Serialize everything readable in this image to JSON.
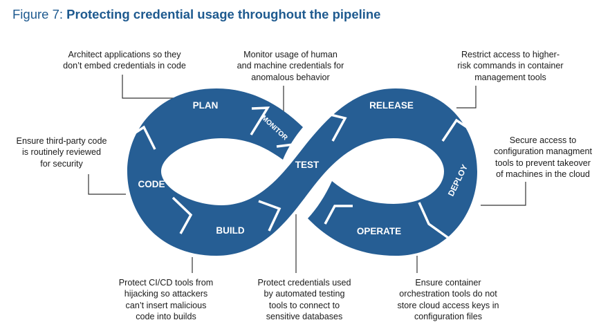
{
  "figure": {
    "title_lead": "Figure 7: ",
    "title_main": "Protecting credential usage throughout the pipeline"
  },
  "colors": {
    "title": "#1e5a8f",
    "loop": "#265e94",
    "separator": "#ffffff",
    "label": "#ffffff",
    "text": "#1a1a1a",
    "leader": "#333333"
  },
  "stages": {
    "plan": "PLAN",
    "monitor": "MONITOR",
    "code": "CODE",
    "build": "BUILD",
    "test": "TEST",
    "release": "RELEASE",
    "deploy": "DEPLOY",
    "operate": "OPERATE"
  },
  "annotations": {
    "plan": [
      "Architect applications so they",
      "don’t embed credentials in code"
    ],
    "monitor": [
      "Monitor usage of human",
      "and machine credentials for",
      "anomalous behavior"
    ],
    "release": [
      "Restrict access to higher-",
      "risk commands in container",
      "management tools"
    ],
    "code": [
      "Ensure third-party code",
      "is routinely reviewed",
      "for security"
    ],
    "deploy": [
      "Secure access to",
      "configuration managment",
      "tools to prevent takeover",
      "of machines in the cloud"
    ],
    "build": [
      "Protect CI/CD tools from",
      "hijacking so attackers",
      "can’t insert malicious",
      "code into builds"
    ],
    "test": [
      "Protect credentials used",
      "by automated testing",
      "tools to connect to",
      "sensitive databases"
    ],
    "operate": [
      "Ensure container",
      "orchestration tools do not",
      "store cloud access keys in",
      "configuration files"
    ]
  }
}
